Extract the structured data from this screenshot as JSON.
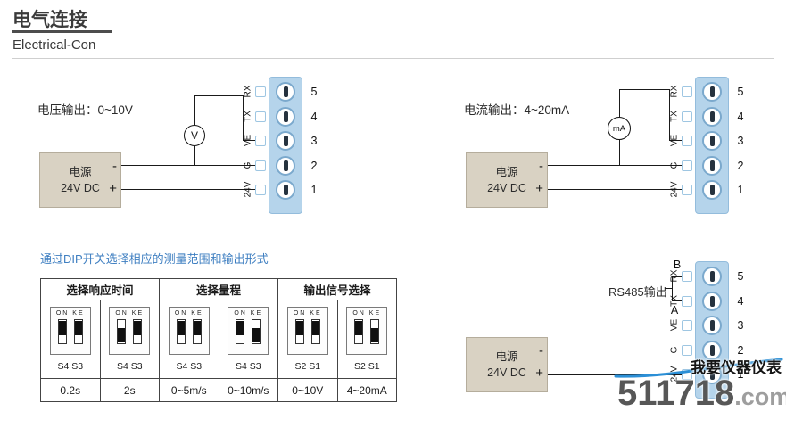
{
  "header": {
    "title": "电气连接",
    "subtitle": "Electrical-Con"
  },
  "diagrams": {
    "voltage": {
      "label": "电压输出：0~10V",
      "meter": "V"
    },
    "current": {
      "label": "电流输出：4~20mA",
      "meter": "mA"
    },
    "rs485": {
      "label": "RS485输出",
      "line_b": "B",
      "line_a": "A"
    }
  },
  "power": {
    "name": "电源",
    "voltage": "24V DC",
    "minus": "-",
    "plus": "+"
  },
  "connector": {
    "pin_labels": [
      "RX",
      "TX",
      "VE",
      "G",
      "24V"
    ],
    "pin_numbers": [
      "5",
      "4",
      "3",
      "2",
      "1"
    ]
  },
  "note": "通过DIP开关选择相应的测量范围和输出形式",
  "table": {
    "groups": [
      "选择响应时间",
      "选择量程",
      "输出信号选择"
    ],
    "cells": [
      {
        "on_label": "ON KE",
        "sw_label": "S4 S3",
        "states": [
          "up",
          "up"
        ],
        "value": "0.2s"
      },
      {
        "on_label": "ON KE",
        "sw_label": "S4 S3",
        "states": [
          "down",
          "up"
        ],
        "value": "2s"
      },
      {
        "on_label": "ON KE",
        "sw_label": "S4 S3",
        "states": [
          "up",
          "up"
        ],
        "value": "0~5m/s"
      },
      {
        "on_label": "ON KE",
        "sw_label": "S4 S3",
        "states": [
          "up",
          "down"
        ],
        "value": "0~10m/s"
      },
      {
        "on_label": "ON KE",
        "sw_label": "S2 S1",
        "states": [
          "up",
          "up"
        ],
        "value": "0~10V"
      },
      {
        "on_label": "ON KE",
        "sw_label": "S2 S1",
        "states": [
          "up",
          "down"
        ],
        "value": "4~20mA"
      }
    ]
  },
  "watermark": {
    "tagline": "我要仪器仪表",
    "brand": "511718",
    "tld": ".com"
  },
  "colors": {
    "accent_blue": "#3f7fc1",
    "terminal_blue": "#b5d4eb",
    "power_tan": "#d9d2c3",
    "line_black": "#1a1a1a"
  }
}
